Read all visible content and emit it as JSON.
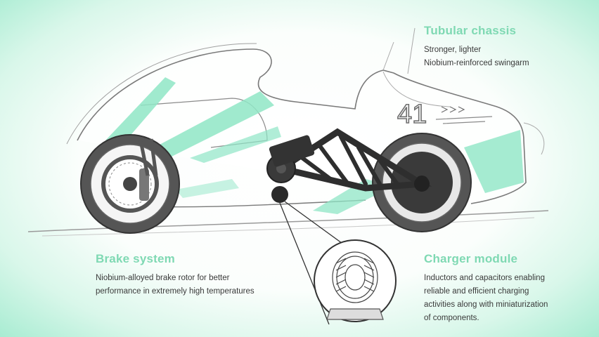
{
  "callouts": {
    "tubular": {
      "title": "Tubular chassis",
      "line1": "Stronger, lighter",
      "line2": "Niobium-reinforced swingarm"
    },
    "brake": {
      "title": "Brake system",
      "line1": "Niobium-alloyed brake rotor for better",
      "line2": "performance in extremely high temperatures"
    },
    "charger": {
      "title": "Charger module",
      "line1": "Inductors and capacitors enabling",
      "line2": "reliable and efficient charging",
      "line3": "activities along with miniaturization",
      "line4": "of components."
    }
  },
  "bike": {
    "race_number": "41"
  },
  "colors": {
    "accent": "#7fd9b3",
    "mint_fill": "#8fe6c6",
    "sketch_line": "#6f6f6f",
    "text": "#3a3a3a"
  }
}
